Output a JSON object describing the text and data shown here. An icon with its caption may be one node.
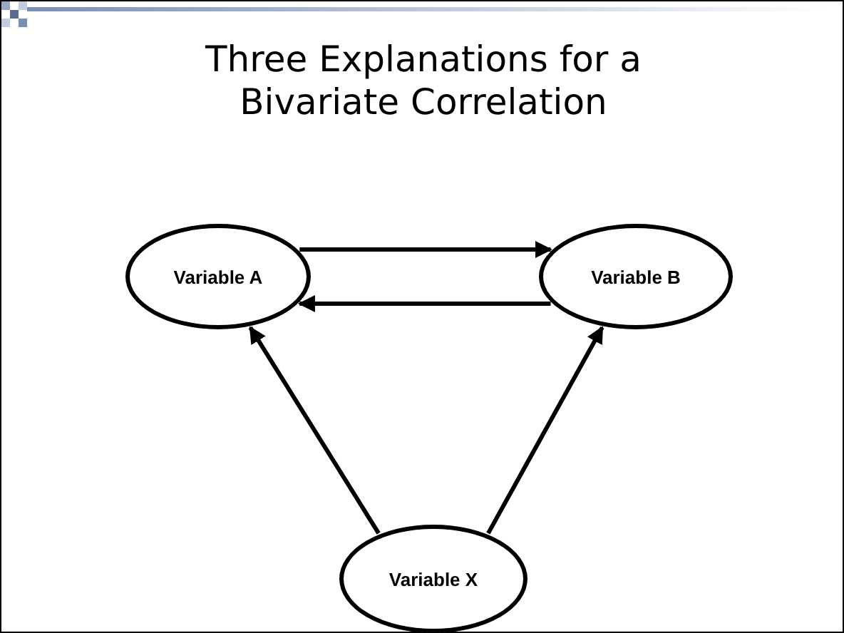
{
  "diagram": {
    "title": "Three Explanations for a Bivariate Correlation",
    "nodes": [
      {
        "text": [
          "Variable A"
        ]
      },
      {
        "text": [
          "Variable B"
        ]
      },
      {
        "text": [
          "Variable X"
        ]
      }
    ],
    "edges": [
      {
        "from": 0,
        "to": 1,
        "arrow": "to"
      },
      {
        "from": 1,
        "to": 0,
        "arrow": "to"
      },
      {
        "from": 2,
        "to": 0,
        "arrow": "to"
      },
      {
        "from": 2,
        "to": 1,
        "arrow": "to"
      }
    ]
  }
}
